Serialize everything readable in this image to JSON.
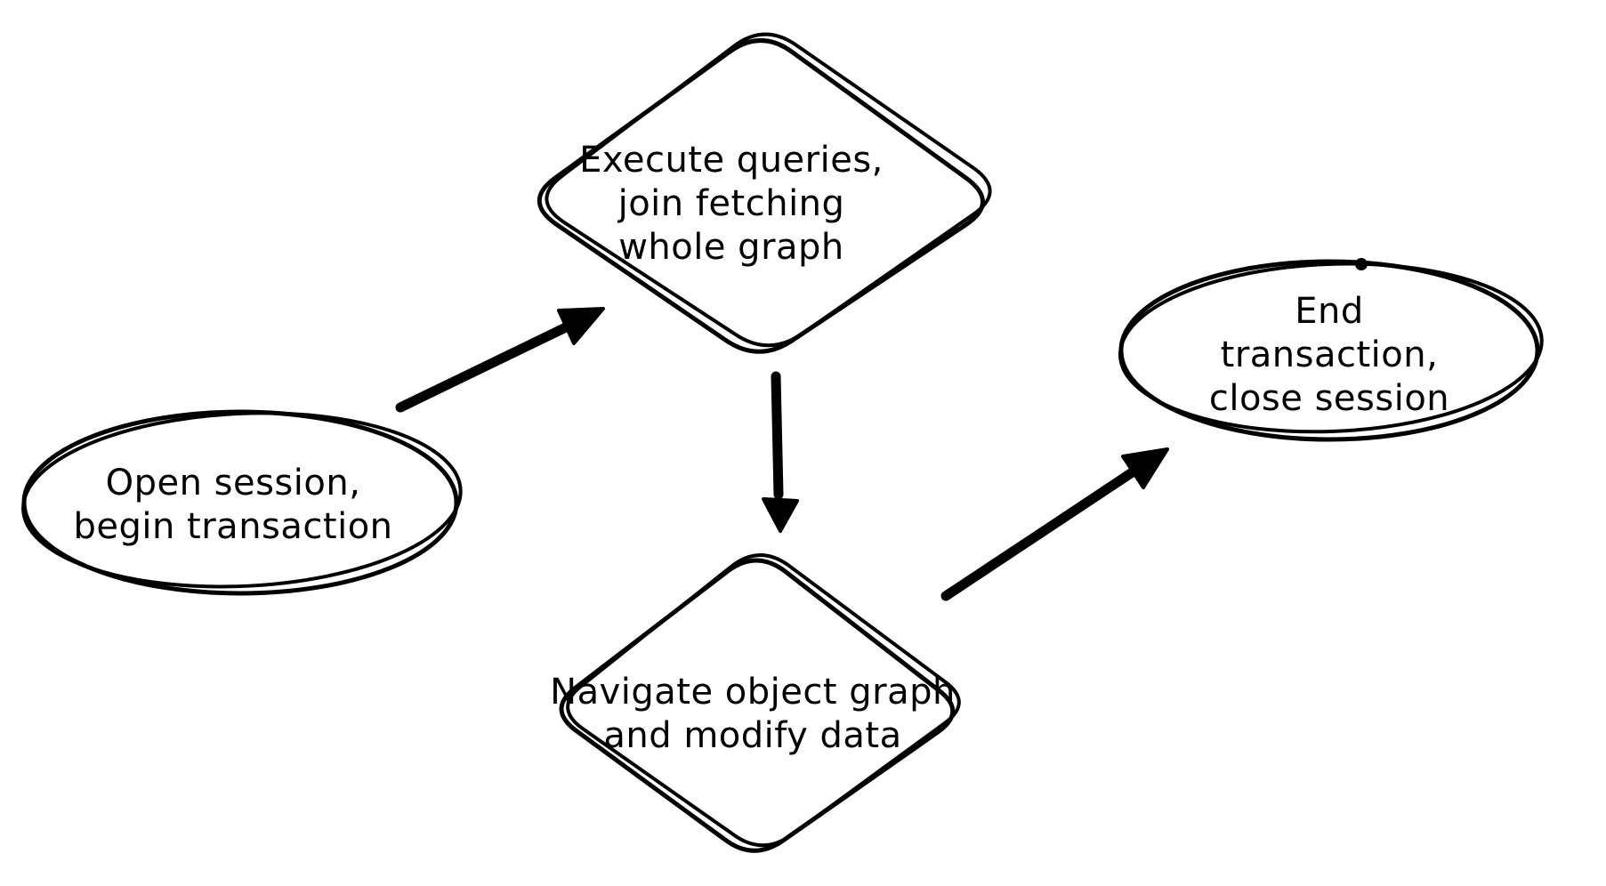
{
  "canvas": {
    "background_color": "#ffffff",
    "ink_color": "#000000",
    "style": "hand-drawn whiteboard flowchart"
  },
  "nodes": [
    {
      "id": "open-session",
      "shape": "ellipse",
      "label": "Open session,\nbegin transaction"
    },
    {
      "id": "execute-queries",
      "shape": "diamond",
      "label": "Execute queries,\njoin fetching\nwhole graph"
    },
    {
      "id": "navigate-graph",
      "shape": "diamond",
      "label": "Navigate object graph\nand modify data"
    },
    {
      "id": "end-transaction",
      "shape": "ellipse",
      "label": "End transaction,\nclose session"
    }
  ],
  "edges": [
    {
      "from": "open-session",
      "to": "execute-queries",
      "direction": "up-right"
    },
    {
      "from": "execute-queries",
      "to": "navigate-graph",
      "direction": "down"
    },
    {
      "from": "navigate-graph",
      "to": "end-transaction",
      "direction": "up-right"
    }
  ]
}
